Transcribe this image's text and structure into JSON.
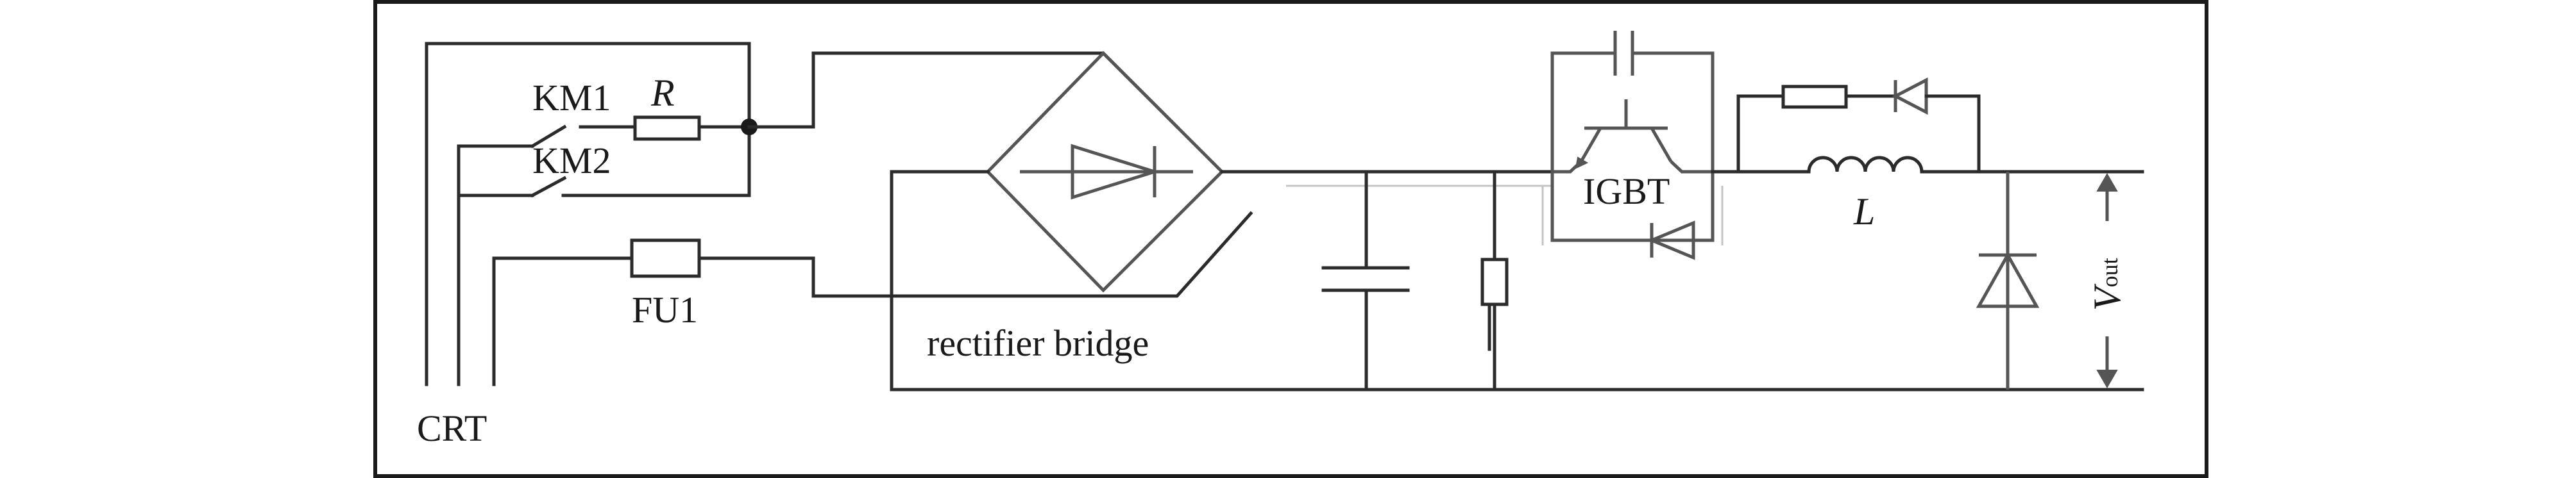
{
  "diagram": {
    "labels": {
      "km1": "KM1",
      "km2": "KM2",
      "r": "R",
      "fu1": "FU1",
      "crt": "CRT",
      "bridge": "rectifier bridge",
      "igbt": "IGBT",
      "inductor": "L",
      "vout_main": "V",
      "vout_sub": "out"
    },
    "colors": {
      "frame": "#1a1a1a",
      "wire": "#2b2b2b",
      "component": "#555555",
      "background": "#ffffff"
    }
  }
}
